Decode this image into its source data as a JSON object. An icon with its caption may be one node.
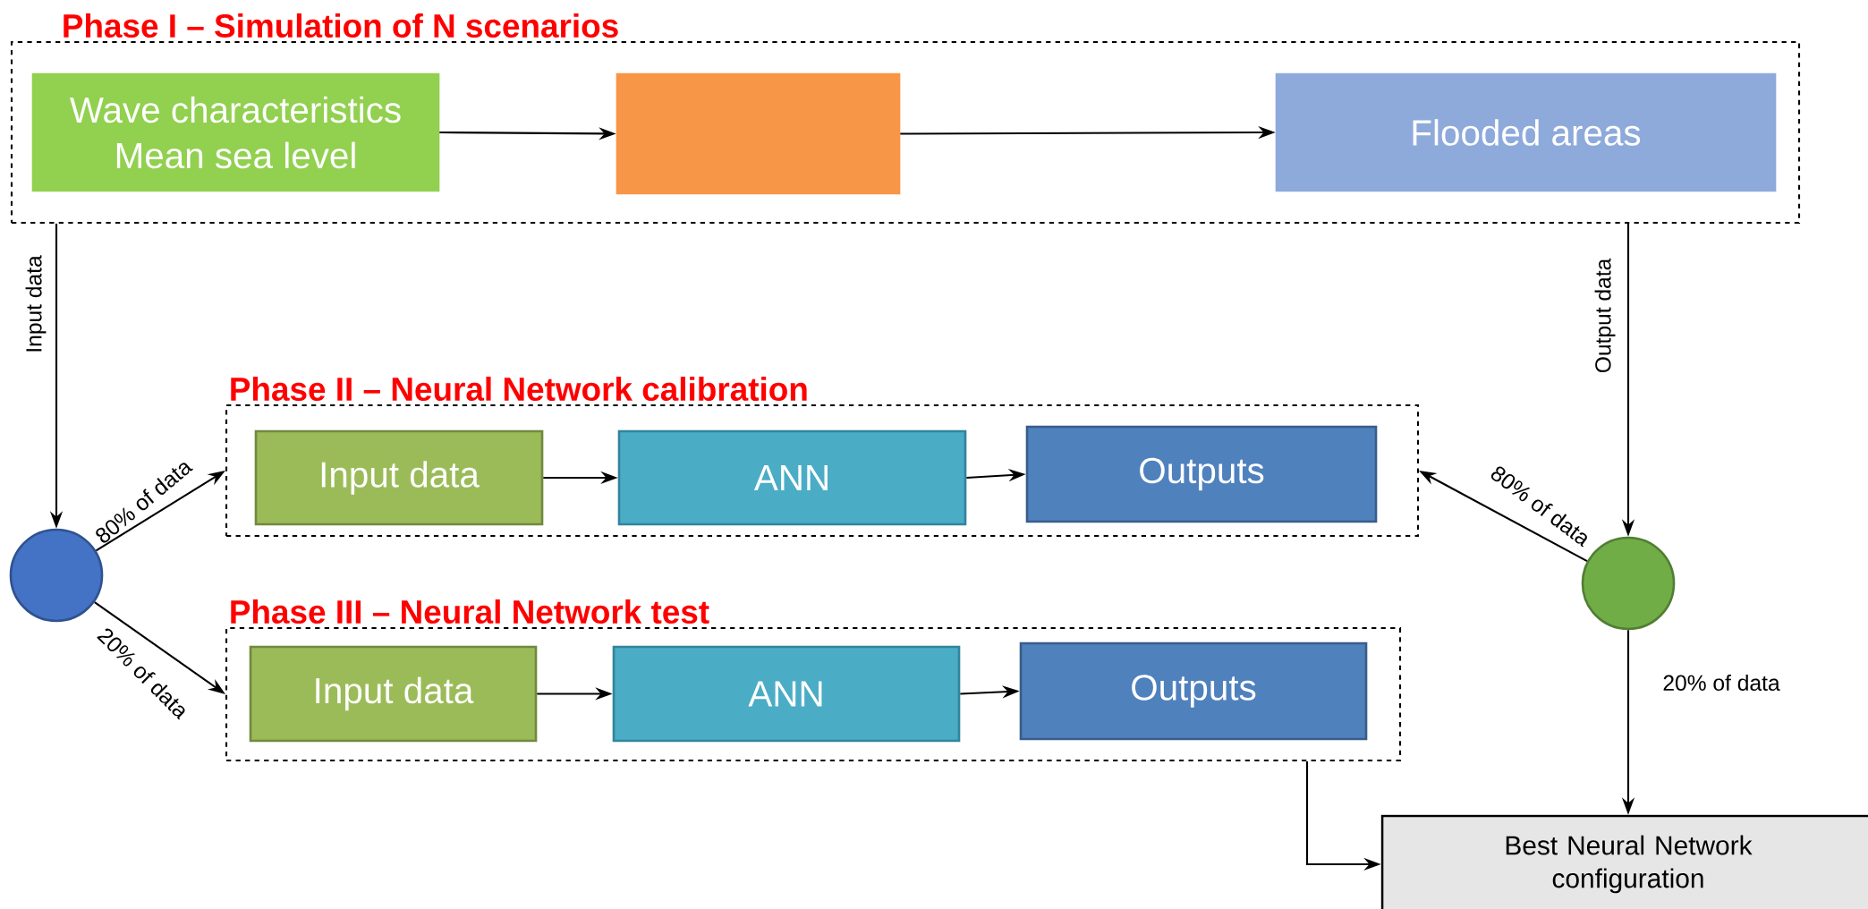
{
  "diagram": {
    "nodes": [
      {
        "text": [
          "Phase I – Simulation of N scenarios"
        ]
      },
      {
        "text": [
          "Wave characteristics",
          "Mean sea level"
        ],
        "in": 0
      },
      {
        "text": [],
        "shape": "box",
        "in": 0
      },
      {
        "text": [
          "Flooded areas"
        ],
        "in": 0
      },
      {
        "text": [
          "Phase II – Neural Network calibration"
        ]
      },
      {
        "text": [
          "Input data"
        ],
        "in": 4
      },
      {
        "text": [
          "ANN"
        ],
        "in": 4
      },
      {
        "text": [
          "Outputs"
        ],
        "in": 4
      },
      {
        "text": [
          "Phase III – Neural Network test"
        ]
      },
      {
        "text": [
          "Input data"
        ],
        "in": 8
      },
      {
        "text": [
          "ANN"
        ],
        "in": 8
      },
      {
        "text": [
          "Outputs"
        ],
        "in": 8
      },
      {
        "text": [],
        "shape": "circle"
      },
      {
        "text": [],
        "shape": "circle"
      },
      {
        "text": [
          "Best Neural Network configuration"
        ]
      }
    ],
    "edges": [
      {
        "from": 1,
        "to": 2,
        "arrow": "to"
      },
      {
        "from": 2,
        "to": 3,
        "arrow": "to"
      },
      {
        "from": 0,
        "to": 12,
        "arrow": "to",
        "label": "Input data"
      },
      {
        "from": 0,
        "to": 13,
        "arrow": "to",
        "label": "Output data"
      },
      {
        "from": 12,
        "to": 4,
        "arrow": "to",
        "label": "80% of data"
      },
      {
        "from": 12,
        "to": 8,
        "arrow": "to",
        "label": "20% of data"
      },
      {
        "from": 13,
        "to": 4,
        "arrow": "to",
        "label": "80% of data"
      },
      {
        "from": 13,
        "to": 14,
        "arrow": "to",
        "label": "20% of data"
      },
      {
        "from": 5,
        "to": 6,
        "arrow": "to"
      },
      {
        "from": 6,
        "to": 7,
        "arrow": "to"
      },
      {
        "from": 9,
        "to": 10,
        "arrow": "to"
      },
      {
        "from": 10,
        "to": 11,
        "arrow": "to"
      },
      {
        "from": 8,
        "to": 14,
        "arrow": "to"
      }
    ]
  }
}
